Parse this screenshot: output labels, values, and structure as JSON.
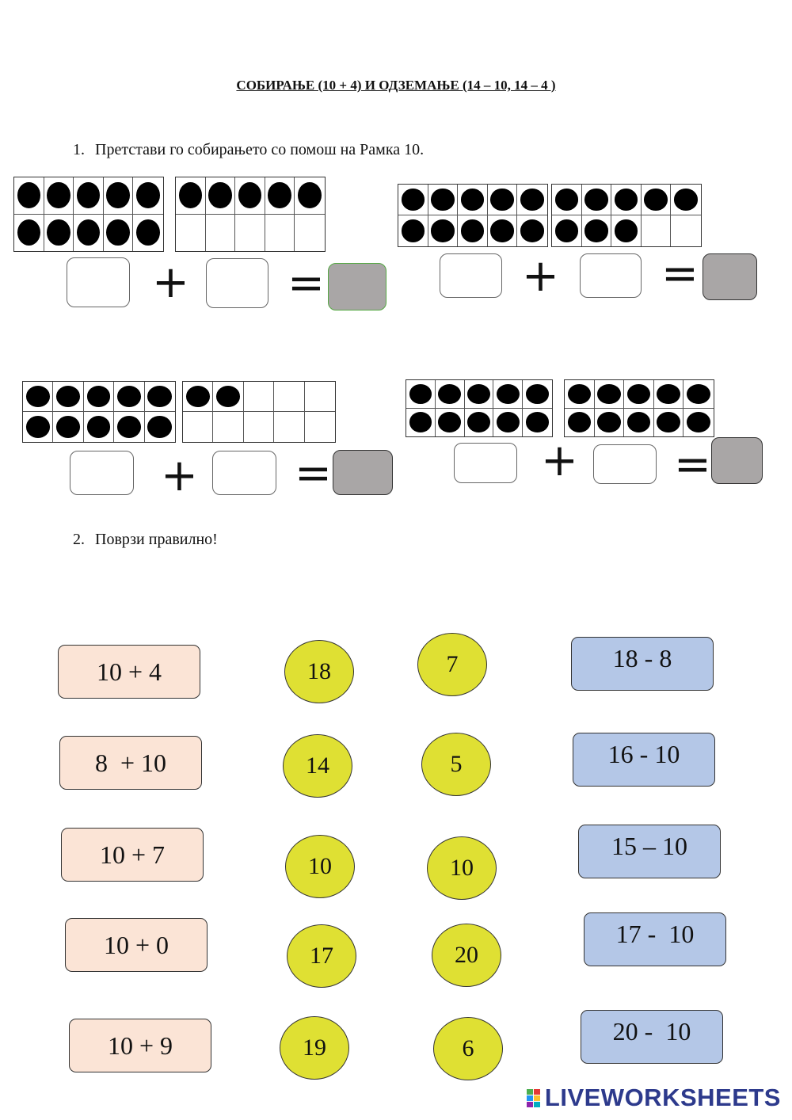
{
  "title": "СОБИРАЊЕ (10 + 4)  И ОДЗЕМАЊЕ (14 – 10, 14 – 4 )",
  "task1": {
    "number": "1.",
    "text": "Претстави го собирањето со помош на Рамка 10."
  },
  "task2": {
    "number": "2.",
    "text": "Поврзи правилно!"
  },
  "frames": [
    {
      "left_count": 10,
      "right_count": 5
    },
    {
      "left_count": 10,
      "right_count": 8
    },
    {
      "left_count": 10,
      "right_count": 2
    },
    {
      "left_count": 10,
      "right_count": 10
    }
  ],
  "symbols": {
    "plus": "+",
    "equals": "="
  },
  "colors": {
    "add_fill": "#fbe4d6",
    "sub_fill": "#b4c7e7",
    "circle_fill": "#dfe033",
    "result_fill": "#a9a6a6"
  },
  "match": {
    "additions": [
      "10 + 4",
      "8  + 10",
      "10 + 7",
      "10 + 0",
      "10 + 9"
    ],
    "circles_left": [
      "18",
      "14",
      "10",
      "17",
      "19"
    ],
    "circles_right": [
      "7",
      "5",
      "10",
      "20",
      "6"
    ],
    "subtractions": [
      "18 - 8",
      "16 - 10",
      "15 – 10",
      "17 -  10",
      "20 -  10"
    ]
  },
  "logo": {
    "text": "LIVEWORKSHEETS",
    "icon": "liveworksheets-logo-icon"
  }
}
